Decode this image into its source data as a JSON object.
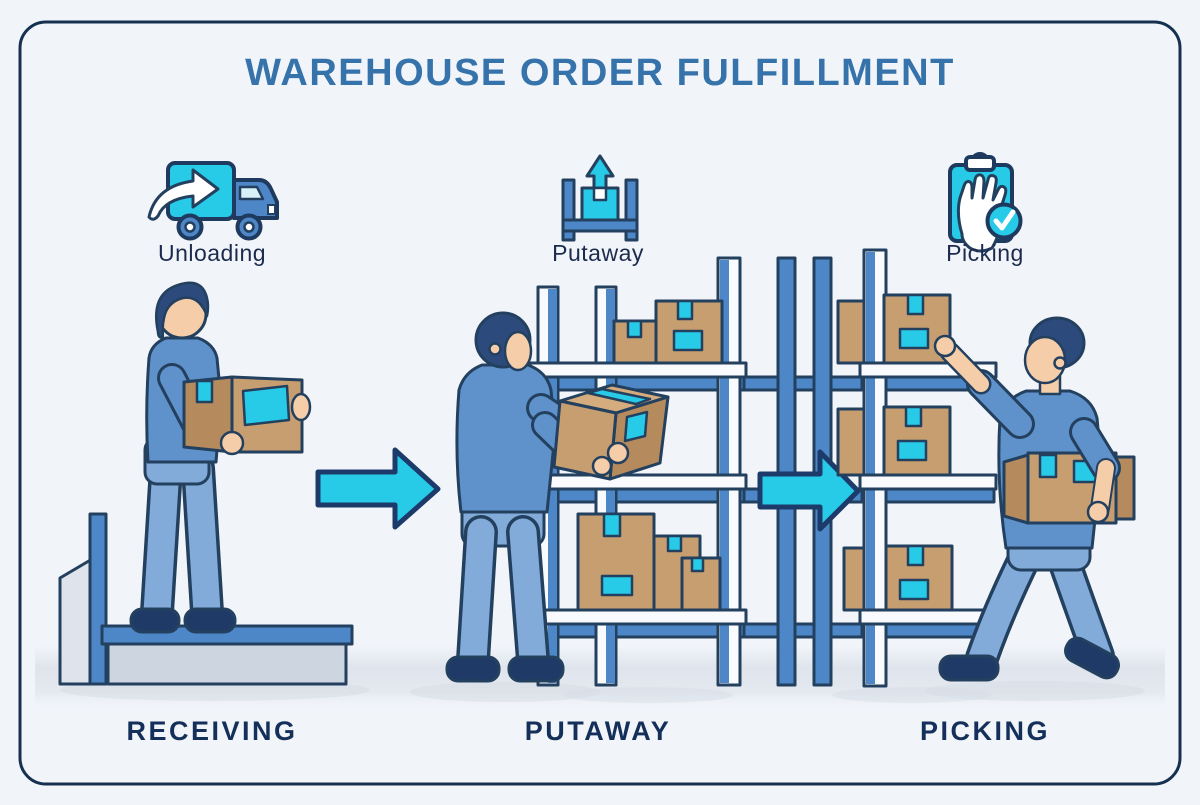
{
  "page": {
    "title": "WAREHOUSE ORDER FULFILLMENT"
  },
  "stages": [
    {
      "id": "receiving",
      "icon": "truck-unloading-icon",
      "icon_label": "Unloading",
      "bottom_label": "RECEIVING"
    },
    {
      "id": "putaway",
      "icon": "shelf-putaway-icon",
      "icon_label": "Putaway",
      "bottom_label": "PUTAWAY"
    },
    {
      "id": "picking",
      "icon": "clipboard-picking-icon",
      "icon_label": "Picking",
      "bottom_label": "PICKING"
    }
  ],
  "flow": {
    "arrow_count": 2,
    "direction": "left-to-right"
  },
  "colors": {
    "background": "#f1f5fa",
    "border_navy": "#16304f",
    "title_blue": "#3673ab",
    "label_navy": "#1c2b4d",
    "bottom_label_navy": "#14305a",
    "accent_cyan": "#27cbe8",
    "outline_navy": "#24405f",
    "worker_shirt_blue": "#5f92cb",
    "worker_pants_blue": "#82abd9",
    "hair_navy": "#2c4b7c",
    "skin_tone": "#f6cda9",
    "box_brown": "#c79e70",
    "box_brown_dark": "#b58a5c",
    "rack_blue": "#4d87c8",
    "dock_gray": "#ccd5e0"
  }
}
